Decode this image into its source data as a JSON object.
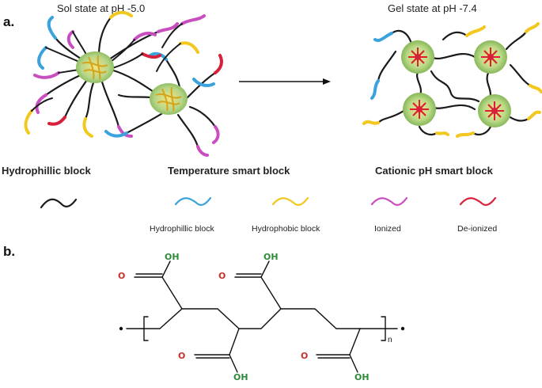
{
  "panel_a": {
    "label": "a.",
    "sol_title": "Sol state at pH -5.0",
    "gel_title": "Gel state at pH -7.4"
  },
  "legend": {
    "group1_title": "Hydrophillic block",
    "group2_title": "Temperature smart block",
    "group3_title": "Cationic pH smart block",
    "item_hydrophillic": "Hydrophillic block",
    "item_hydrophobic": "Hydrophobic block",
    "item_ionized": "Ionized",
    "item_deionized": "De-ionized"
  },
  "panel_b": {
    "label": "b.",
    "o_label": "O",
    "oh_label": "OH",
    "n_label": "n"
  },
  "colors": {
    "hydrophillic_black": "#1a1a1a",
    "temp_blue": "#3aa2dc",
    "temp_yellow": "#f2c81e",
    "ph_magenta": "#c94fc0",
    "ph_red": "#d9203a",
    "core_green": "#b8d68a",
    "oxygen_red": "#c8312a",
    "hydroxyl_green": "#2e8b3a"
  }
}
